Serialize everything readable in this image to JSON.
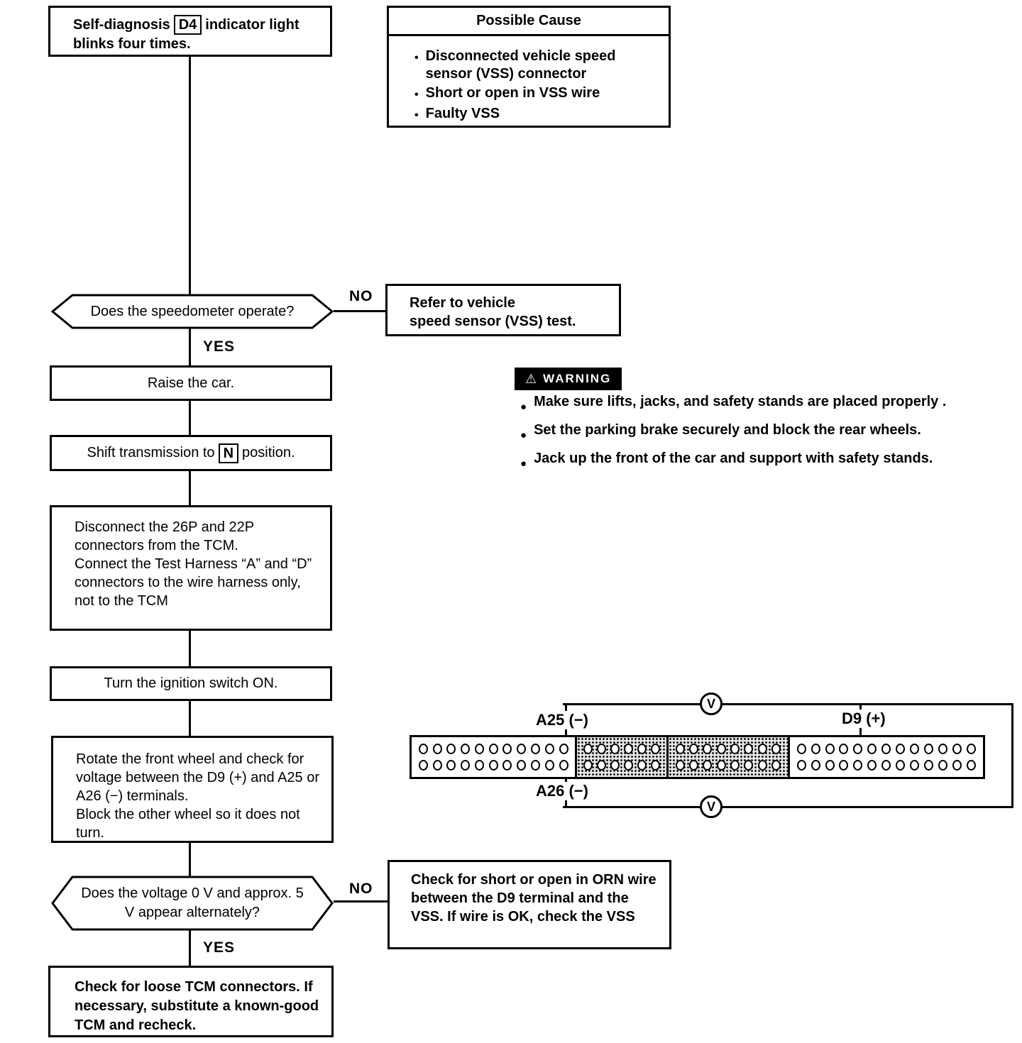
{
  "ui": {
    "bullet": "●",
    "bullet_small": "•",
    "warning_icon": "⚠"
  },
  "start_box": {
    "pre": "Self-diagnosis",
    "code": "D4",
    "post": "indicator light blinks four times."
  },
  "possible_cause": {
    "title": "Possible Cause",
    "items": [
      "Disconnected vehicle speed sensor (VSS) connector",
      "Short or open in VSS wire",
      "Faulty VSS"
    ]
  },
  "decision_speedometer": {
    "question": "Does the speedometer operate?",
    "no_label": "NO",
    "yes_label": "YES"
  },
  "refer_box": {
    "line1": "Refer to vehicle",
    "line2": "speed sensor (VSS) test."
  },
  "warning": {
    "title": "WARNING",
    "items": [
      "Make sure lifts, jacks, and safety stands are placed properly .",
      "Set the parking brake securely and block the rear wheels.",
      "Jack up the front of the car and support with safety stands."
    ]
  },
  "steps": {
    "raise": "Raise the car.",
    "shift_pre": "Shift transmission to",
    "shift_code": "N",
    "shift_post": "position.",
    "disconnect_p1": "Disconnect the 26P and 22P connectors from the TCM.",
    "disconnect_p2": "Connect the Test Harness “A” and “D” connectors to the wire harness only, not to the TCM",
    "ignition": "Turn the ignition switch ON.",
    "rotate_p1": "Rotate the front wheel and check for voltage between the D9 (+) and A25 or A26 (−) terminals.",
    "rotate_p2": "Block the other wheel so it does not turn."
  },
  "decision_voltage": {
    "question": "Does the voltage 0 V and approx. 5 V appear alternately?",
    "no_label": "NO",
    "yes_label": "YES"
  },
  "short_box": {
    "text": "Check for short or open in ORN wire between the D9 terminal and the VSS. If wire is OK, check the VSS"
  },
  "final_box": {
    "text": "Check for loose TCM connectors. If necessary, substitute a known-good TCM and recheck."
  },
  "connector_diagram": {
    "labels": {
      "a25": "A25 (−)",
      "d9": "D9 (+)",
      "a26": "A26 (−)"
    },
    "meter_letter": "V",
    "sections": [
      {
        "pins_per_row": 11,
        "rows": 2,
        "shaded": false
      },
      {
        "pins_per_row": 6,
        "rows": 2,
        "shaded": true
      },
      {
        "pins_per_row": 8,
        "rows": 2,
        "shaded": true
      },
      {
        "pins_per_row": 13,
        "rows": 2,
        "shaded": false
      }
    ]
  }
}
